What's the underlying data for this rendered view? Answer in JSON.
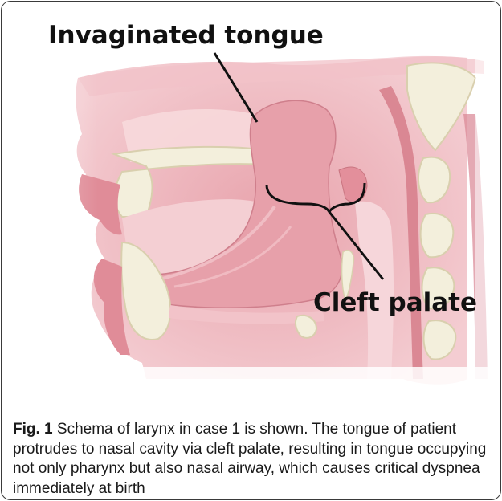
{
  "diagram": {
    "labels": {
      "top": "Invaginated tongue",
      "bottom": "Cleft palate"
    },
    "colors": {
      "tissue": "#e59aa4",
      "tissue_light": "#f2c0c6",
      "tissue_dark": "#c96f7d",
      "bone": "#f2eedb",
      "bone_edge": "#d9cfae",
      "cavity": "#f6d7da",
      "line": "#111111"
    }
  },
  "caption": {
    "label": "Fig. 1",
    "text": " Schema of larynx in case 1 is shown. The tongue of patient protrudes to nasal cavity via cleft palate, resulting in tongue occupying not only pharynx but also nasal airway, which causes critical dyspnea immediately at birth"
  }
}
